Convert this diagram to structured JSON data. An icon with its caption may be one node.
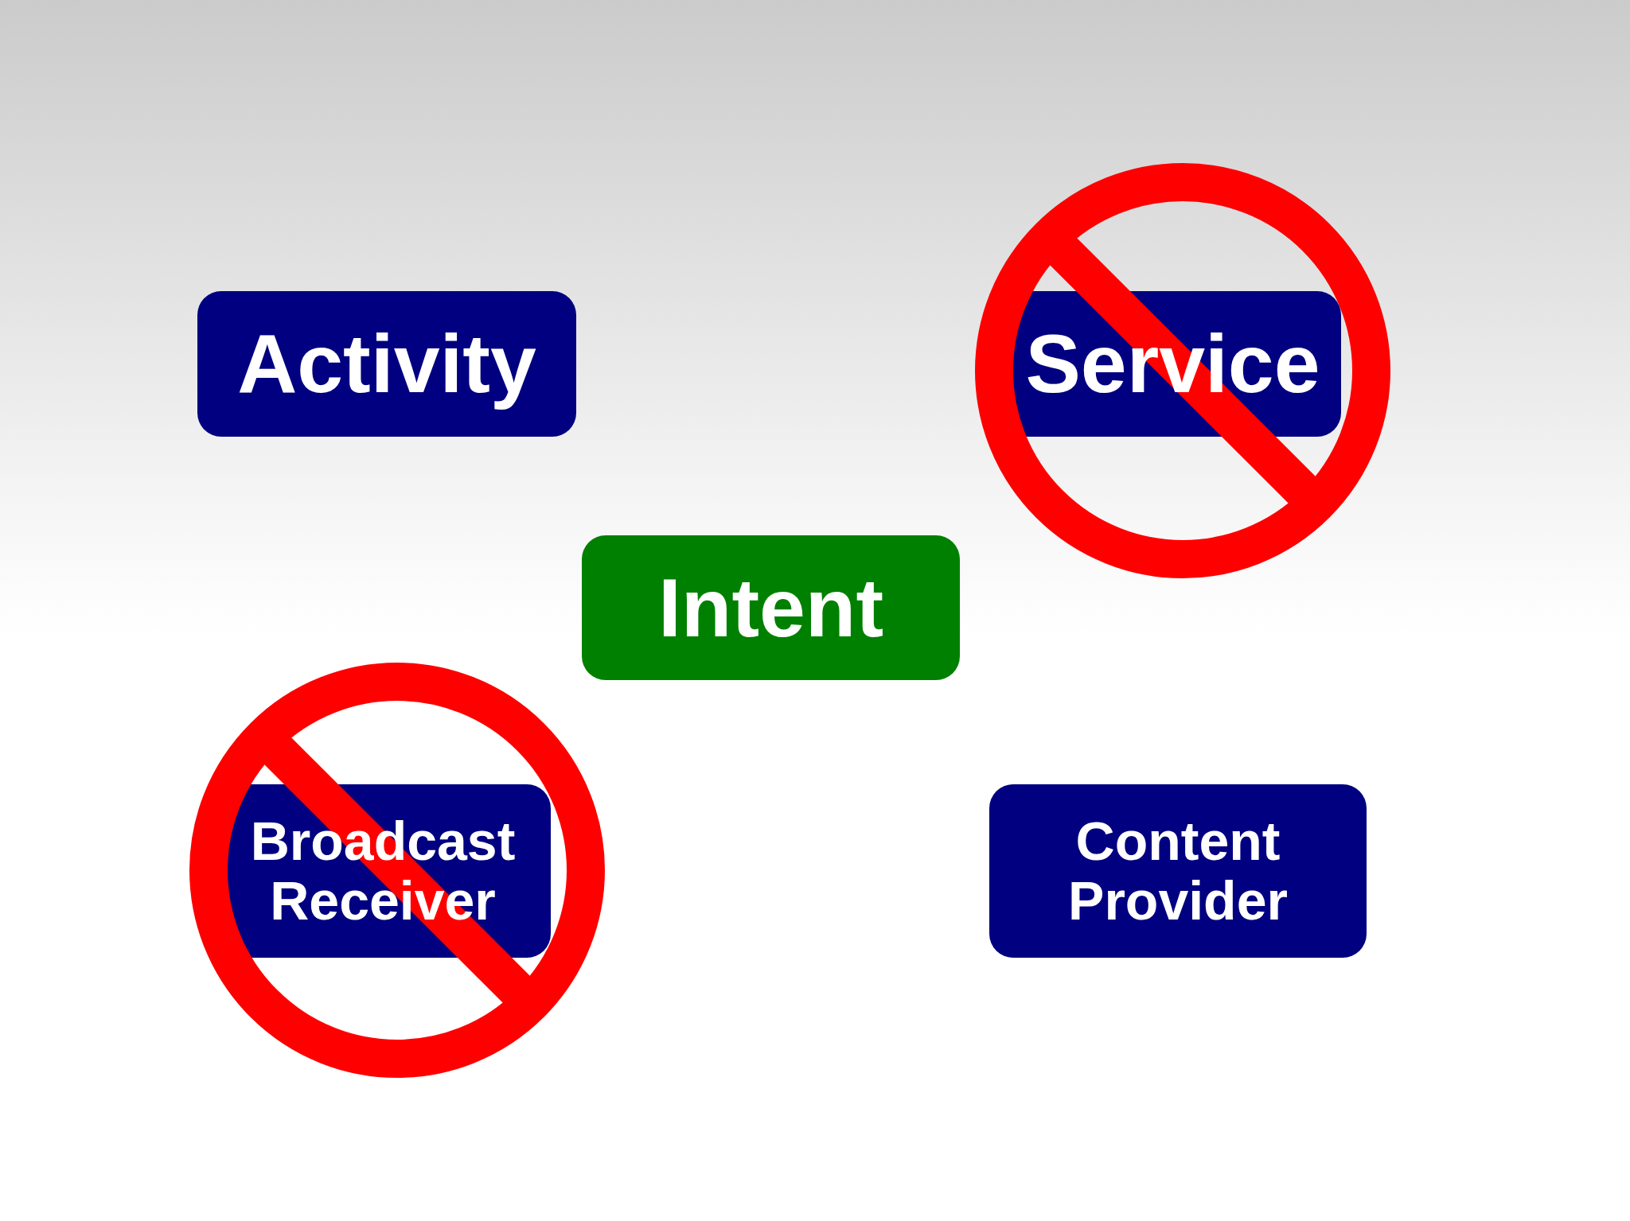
{
  "diagram": {
    "nodes": [
      {
        "text": [
          "Activity"
        ]
      },
      {
        "text": [
          "Service"
        ]
      },
      {
        "text": [
          "Intent"
        ]
      },
      {
        "text": [
          "Broadcast Receiver"
        ]
      },
      {
        "text": [
          "Content Provider"
        ]
      }
    ]
  }
}
